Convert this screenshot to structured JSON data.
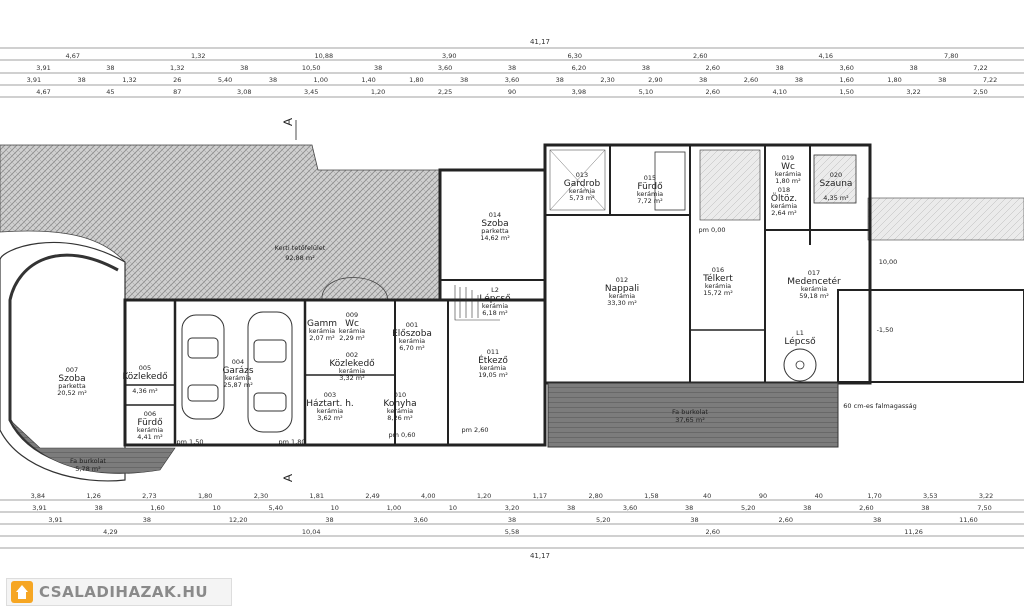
{
  "rooms": [
    {
      "id": "007",
      "name": "Szoba",
      "material": "parketta",
      "area": "20,52 m²"
    },
    {
      "id": "005",
      "name": "Közlekedő",
      "material": "",
      "area": "4,36 m²"
    },
    {
      "id": "006",
      "name": "Fürdő",
      "material": "kerámia",
      "area": "4,41 m²"
    },
    {
      "id": "004",
      "name": "Garázs",
      "material": "kerámia",
      "area": "25,87 m²"
    },
    {
      "id": "",
      "name": "Gamm",
      "material": "kerámia",
      "area": "2,07 m²"
    },
    {
      "id": "009",
      "name": "Wc",
      "material": "kerámia",
      "area": "2,29 m²"
    },
    {
      "id": "001",
      "name": "Előszoba",
      "material": "kerámia",
      "area": "6,70 m²"
    },
    {
      "id": "002",
      "name": "Közlekedő",
      "material": "kerámia",
      "area": "3,32 m²"
    },
    {
      "id": "003",
      "name": "Háztart. h.",
      "material": "kerámia",
      "area": "3,62 m²"
    },
    {
      "id": "010",
      "name": "Konyha",
      "material": "kerámia",
      "area": "8,26 m²"
    },
    {
      "id": "014",
      "name": "Szoba",
      "material": "parketta",
      "area": "14,62 m²"
    },
    {
      "id": "L2",
      "name": "Lépcső",
      "material": "kerámia",
      "area": "6,18 m²"
    },
    {
      "id": "011",
      "name": "Étkező",
      "material": "kerámia",
      "area": "19,05 m²"
    },
    {
      "id": "013",
      "name": "Gardrob",
      "material": "kerámia",
      "area": "5,73 m²"
    },
    {
      "id": "015",
      "name": "Fürdő",
      "material": "kerámia",
      "area": "7,72 m²"
    },
    {
      "id": "012",
      "name": "Nappali",
      "material": "kerámia",
      "area": "33,30 m²"
    },
    {
      "id": "016",
      "name": "Télkert",
      "material": "kerámia",
      "area": "15,72 m²"
    },
    {
      "id": "019",
      "name": "Wc",
      "material": "kerámia",
      "area": "1,80 m²"
    },
    {
      "id": "018",
      "name": "Öltöz.",
      "material": "kerámia",
      "area": "2,64 m²"
    },
    {
      "id": "020",
      "name": "Szauna",
      "material": "",
      "area": "4,35 m²"
    },
    {
      "id": "017",
      "name": "Medencetér",
      "material": "kerámia",
      "area": "59,18 m²"
    },
    {
      "id": "L1",
      "name": "Lépcső",
      "material": "",
      "area": ""
    }
  ],
  "labels": {
    "terrace_left": "Fa burkolat",
    "terrace_left_area": "5,78 m²",
    "terrace_right": "Fa burkolat",
    "terrace_right_area": "37,65 m²",
    "lawn_note": "Kerti tetőfelület",
    "lawn_area": "92,88 m²",
    "wall_height_note": "60 cm-es falmagasság",
    "level_pool": "-1,50",
    "level_kitchen": "pm 2,60",
    "level_pm150": "pm 1,50",
    "level_pm180": "pm 1,80",
    "level_pm060": "pm 0,60",
    "level_pm000": "pm 0,00",
    "section_mark": "A",
    "level_value": "10,00"
  },
  "dimensions": {
    "top_total": "41,17",
    "top_row1": [
      "4,67",
      "1,32",
      "10,88",
      "3,90",
      "6,30",
      "2,60",
      "4,16",
      "7,80"
    ],
    "top_row2": [
      "3,91",
      "38",
      "1,32",
      "38",
      "10,50",
      "38",
      "3,60",
      "38",
      "6,20",
      "38",
      "2,60",
      "38",
      "3,60",
      "38",
      "7,22"
    ],
    "top_row3": [
      "3,91",
      "38",
      "1,32",
      "26",
      "5,40",
      "38",
      "1,00",
      "1,40",
      "1,80",
      "38",
      "3,60",
      "38",
      "2,30",
      "2,90",
      "38",
      "2,60",
      "38",
      "1,60",
      "1,80",
      "38",
      "7,22"
    ],
    "top_row4": [
      "4,67",
      "45",
      "87",
      "3,08",
      "3,45",
      "1,20",
      "2,25",
      "90",
      "3,98",
      "5,10",
      "2,60",
      "4,10",
      "1,50",
      "3,22",
      "2,50"
    ],
    "bottom_row1": [
      "3,84",
      "1,26",
      "2,73",
      "1,80",
      "2,30",
      "1,81",
      "2,49",
      "4,00",
      "1,20",
      "1,17",
      "2,80",
      "1,58",
      "40",
      "90",
      "40",
      "1,70",
      "3,53",
      "3,22"
    ],
    "bottom_row2": [
      "3,91",
      "38",
      "1,60",
      "10",
      "5,40",
      "10",
      "1,00",
      "10",
      "3,20",
      "38",
      "3,60",
      "38",
      "5,20",
      "38",
      "2,60",
      "38",
      "7,50"
    ],
    "bottom_row3": [
      "3,91",
      "38",
      "12,20",
      "38",
      "3,60",
      "38",
      "5,20",
      "38",
      "2,60",
      "38",
      "11,60"
    ],
    "bottom_row4": [
      "4,29",
      "10,04",
      "5,58",
      "2,60",
      "11,26"
    ],
    "bottom_total": "41,17"
  },
  "watermark": {
    "text": "CSALADIHAZAK.HU",
    "icon": "house-icon"
  }
}
